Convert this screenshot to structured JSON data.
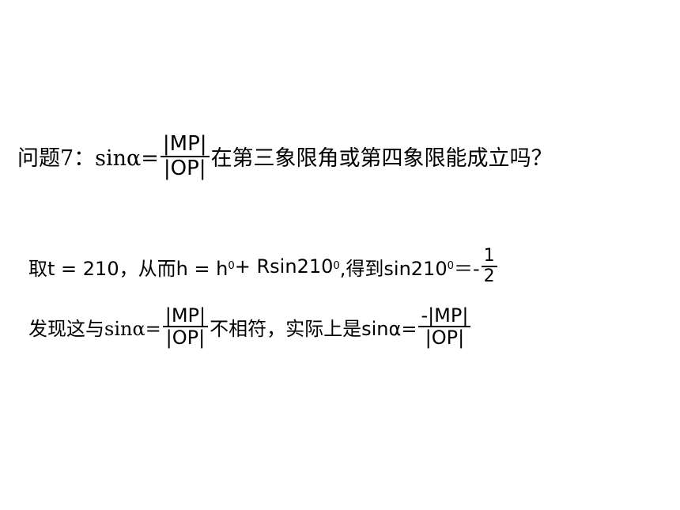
{
  "question": {
    "prefix": "问题7：sinα=",
    "num": "|MP|",
    "den": "|OP|",
    "suffix_main": "在第三象限角或第四象限能成立",
    "suffix_end": "吗？"
  },
  "line2": {
    "a": "取t = 210，从而h = h",
    "h_sub": "0",
    "b": " + Rsin210",
    "sup1": "0",
    "c": ",得到sin210",
    "sup2": "0",
    "d": "＝-",
    "frac_num": "1",
    "frac_den": "2"
  },
  "line3": {
    "a": "发现这与sinα=",
    "f1_num": "|MP|",
    "f1_den": "|OP|",
    "b": "不相符，实际上是sinα=",
    "f2_num": "-|MP|",
    "f2_den": "|OP|"
  },
  "colors": {
    "text": "#000000",
    "background": "#ffffff"
  }
}
